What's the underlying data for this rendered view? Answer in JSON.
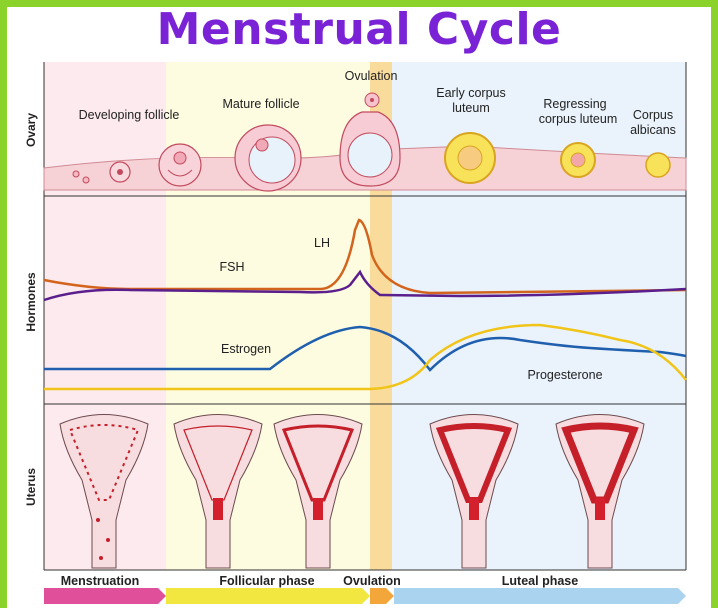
{
  "title": "Menstrual Cycle",
  "rows": {
    "ovary": "Ovary",
    "hormones": "Hormones",
    "uterus": "Uterus"
  },
  "ovary_stages": {
    "developing": "Developing follicle",
    "mature": "Mature follicle",
    "ovulation": "Ovulation",
    "early_corpus_1": "Early corpus",
    "early_corpus_2": "luteum",
    "regressing_1": "Regressing",
    "regressing_2": "corpus luteum",
    "albicans_1": "Corpus",
    "albicans_2": "albicans"
  },
  "hormones": {
    "lh": "LH",
    "fsh": "FSH",
    "estrogen": "Estrogen",
    "progesterone": "Progesterone"
  },
  "phases": {
    "menstruation": "Menstruation",
    "follicular": "Follicular phase",
    "ovulation": "Ovulation",
    "luteal": "Luteal phase"
  },
  "colors": {
    "title": "#7a22d6",
    "frame": "#8bd32b",
    "lh": "#d2641e",
    "fsh": "#5a1f8c",
    "estrogen": "#1f5fae",
    "progesterone": "#f0c419",
    "menstruation": "#e0509a",
    "follicular": "#f2e640",
    "ovulation": "#f3a73a",
    "luteal": "#a9d3ef"
  }
}
